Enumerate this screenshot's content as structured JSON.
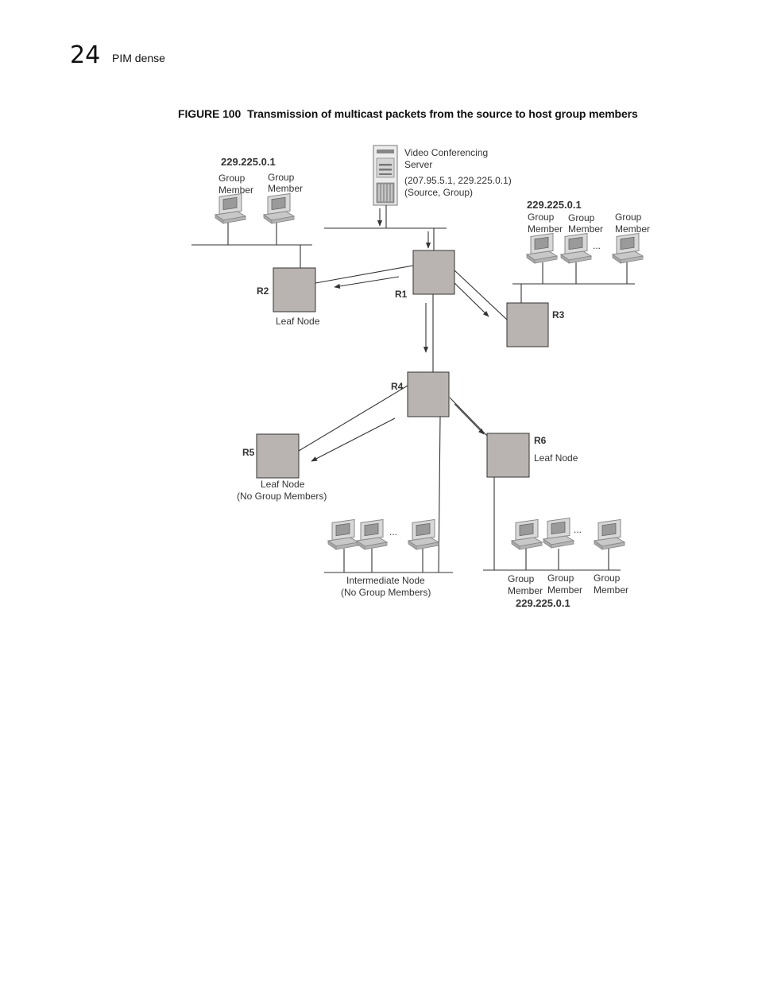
{
  "header": {
    "chapter_number": "24",
    "chapter_title": "PIM dense"
  },
  "figure": {
    "label": "FIGURE 100",
    "title": "Transmission of multicast packets from the source to host group members"
  },
  "server": {
    "line1": "Video Conferencing",
    "line2": "Server",
    "line3": "(207.95.5.1, 229.225.0.1)",
    "line4": "(Source, Group)"
  },
  "routers": {
    "r1": "R1",
    "r2": "R2",
    "r3": "R3",
    "r4": "R4",
    "r5": "R5",
    "r6": "R6"
  },
  "labels": {
    "group_addr": "229.225.0.1",
    "group": "Group",
    "member": "Member",
    "leaf_node": "Leaf Node",
    "no_group_members": "(No Group Members)",
    "intermediate_node": "Intermediate Node",
    "ellipsis": "..."
  }
}
